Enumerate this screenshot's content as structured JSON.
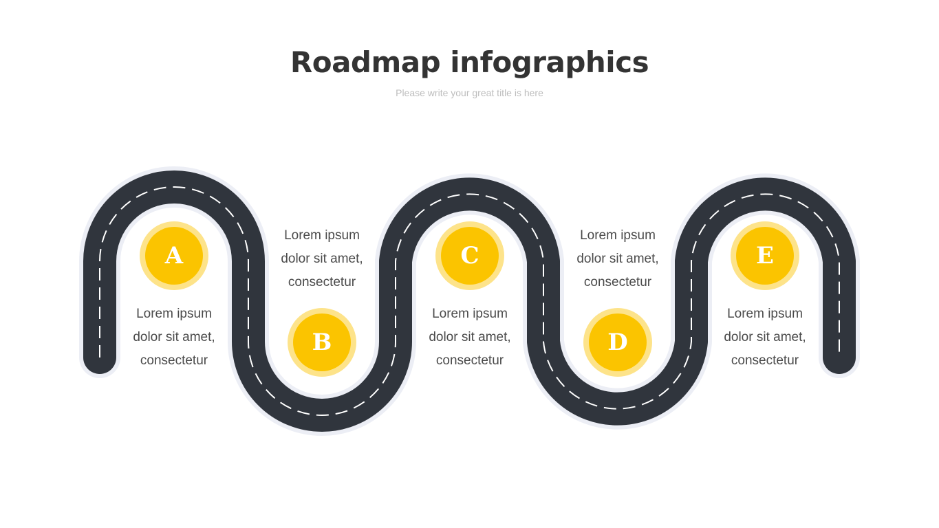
{
  "header": {
    "title": "Roadmap infographics",
    "subtitle": "Please write your great title is here"
  },
  "colors": {
    "road": "#30353d",
    "road_outline": "#eceef5",
    "lane_marking": "#ffffff",
    "milestone_outer": "#fde38a",
    "milestone_inner": "#fbc400",
    "title_text": "#333333",
    "subtitle_text": "#bdbdbd",
    "caption_text": "#4a4a4a"
  },
  "milestones": [
    {
      "letter": "A",
      "lines": [
        "Lorem ipsum",
        "dolor sit amet,",
        "consectetur"
      ]
    },
    {
      "letter": "B",
      "lines": [
        "Lorem ipsum",
        "dolor sit amet,",
        "consectetur"
      ]
    },
    {
      "letter": "C",
      "lines": [
        "Lorem ipsum",
        "dolor sit amet,",
        "consectetur"
      ]
    },
    {
      "letter": "D",
      "lines": [
        "Lorem ipsum",
        "dolor sit amet,",
        "consectetur"
      ]
    },
    {
      "letter": "E",
      "lines": [
        "Lorem ipsum",
        "dolor sit amet,",
        "consectetur"
      ]
    }
  ]
}
